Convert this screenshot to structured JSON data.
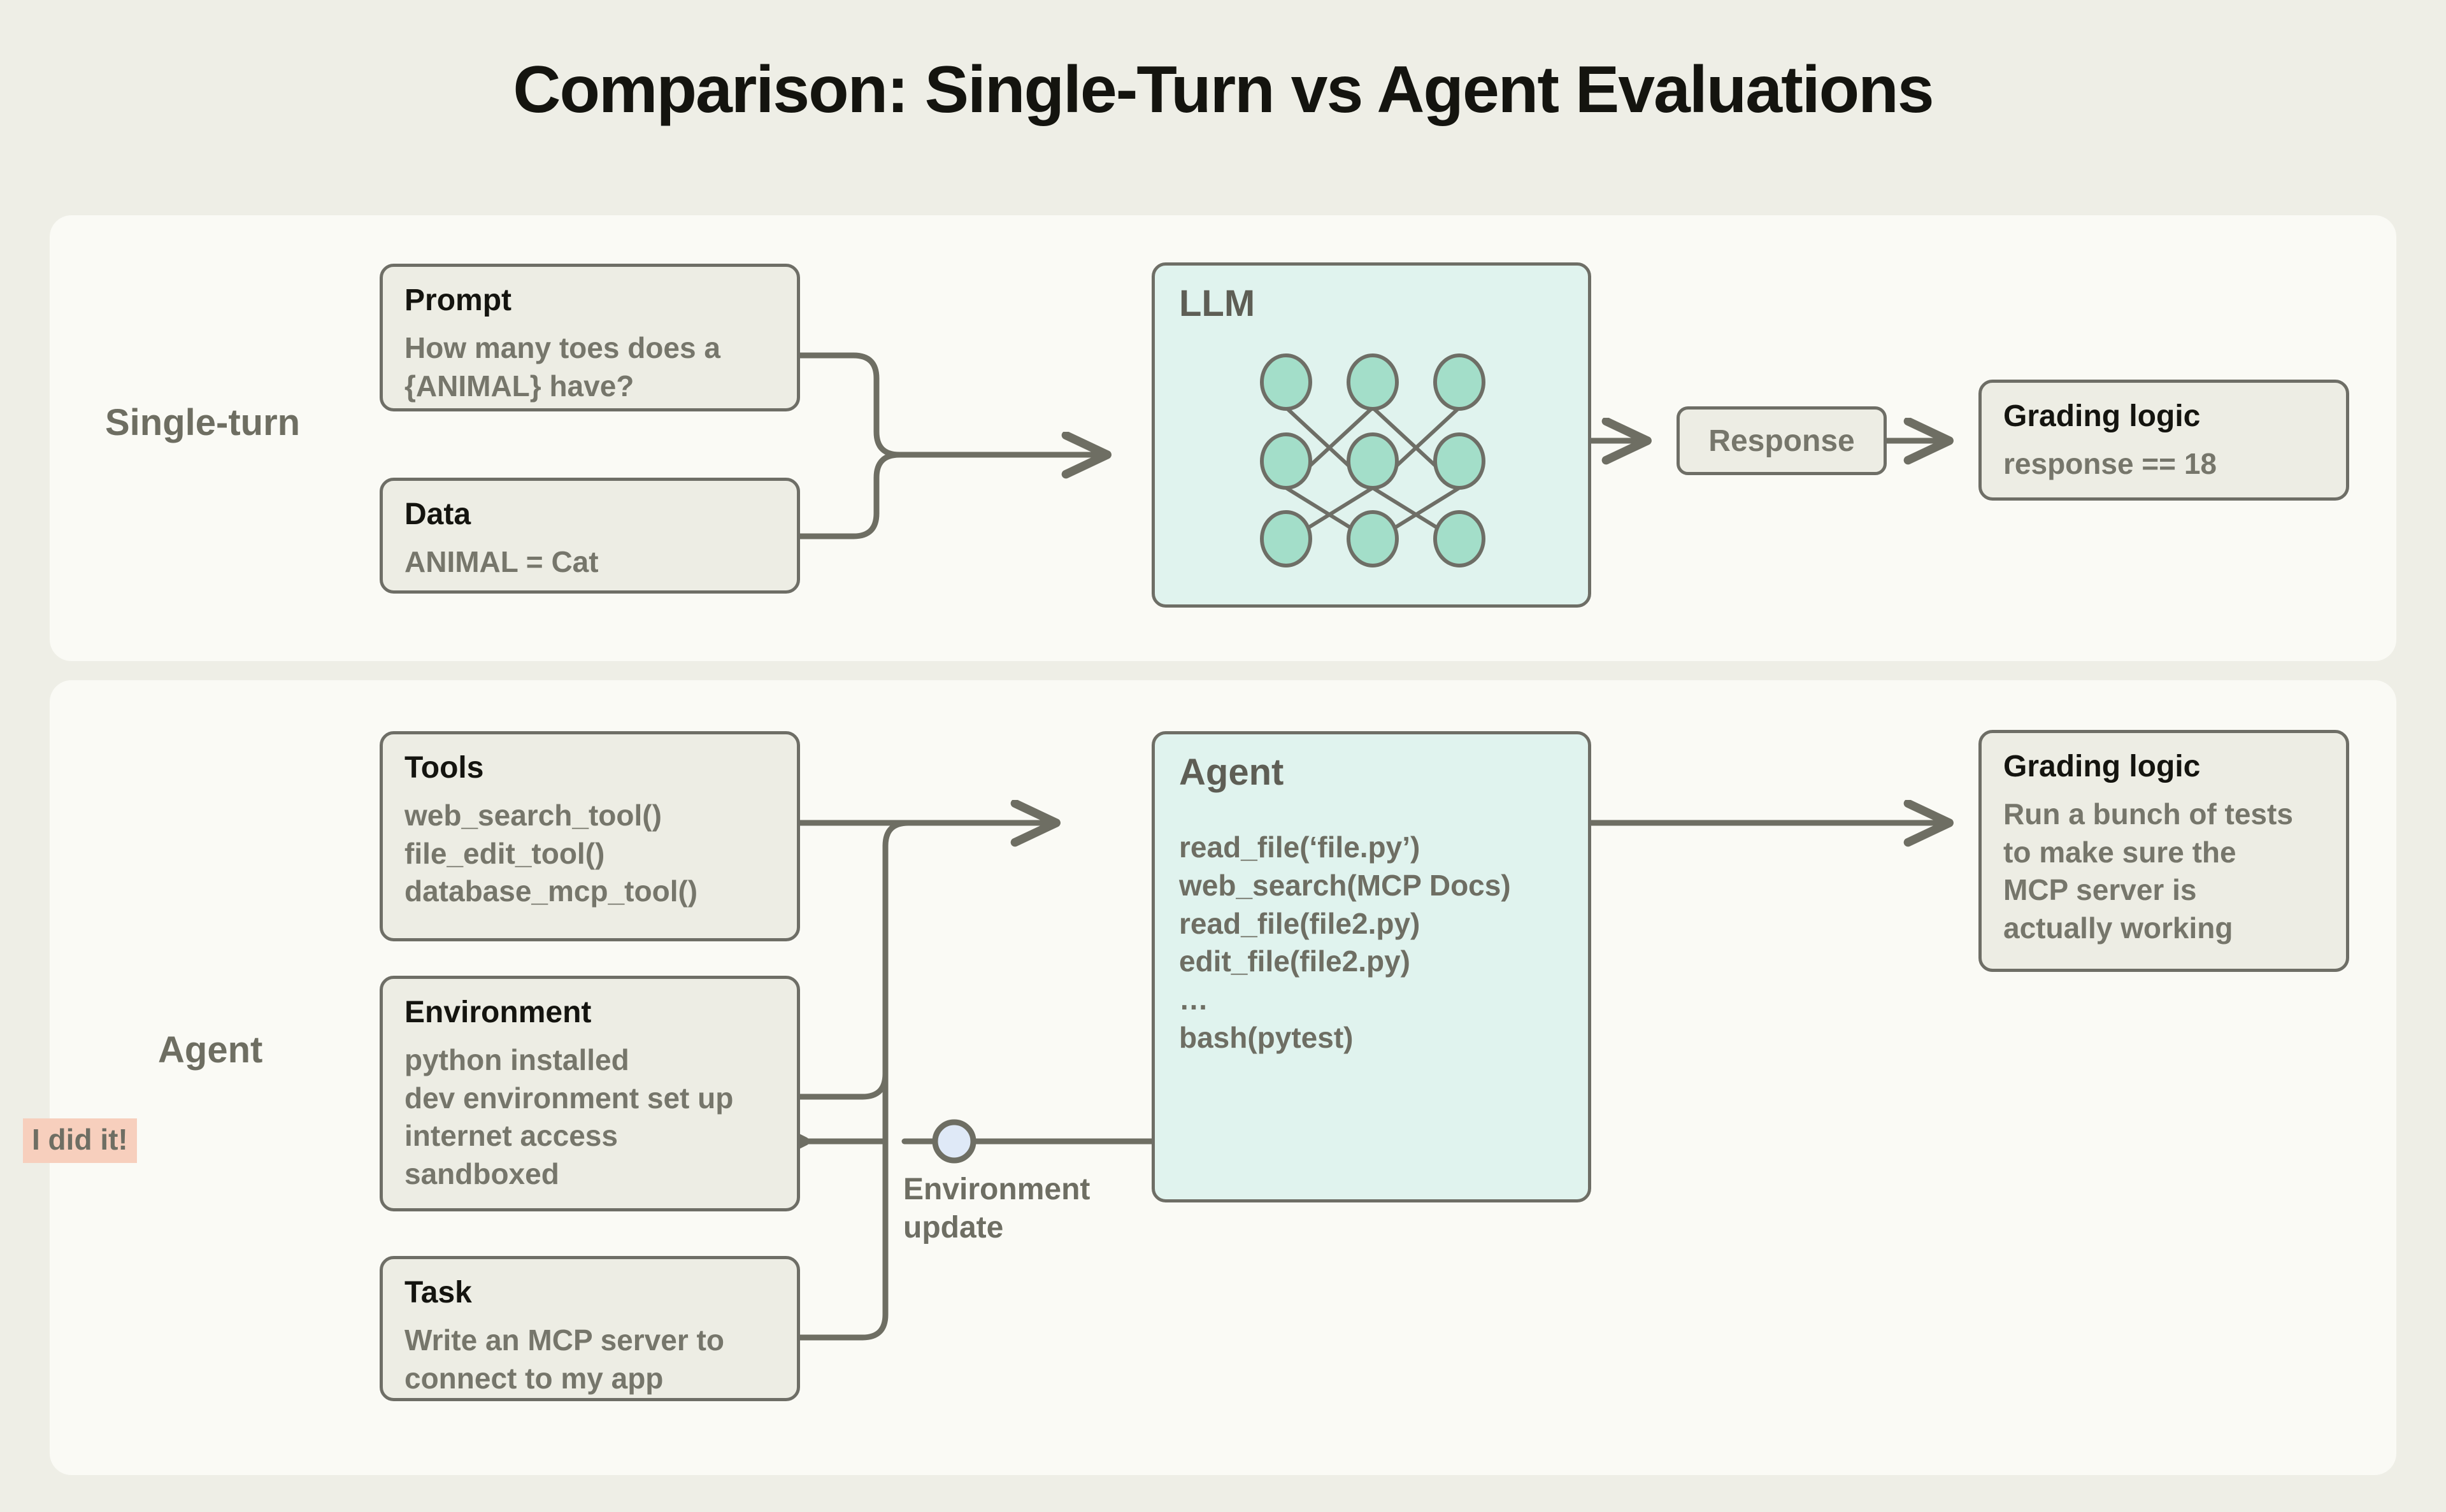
{
  "title": "Comparison: Single-Turn vs Agent Evaluations",
  "colors": {
    "page_bg": "#EEEEE6",
    "panel_bg": "#FAFAF5",
    "card_bg": "#EDEDE4",
    "card_border": "#6E6E66",
    "teal_bg": "#E0F3EE",
    "node_fill": "#A3DEC9",
    "badge_bg": "#F7CFBD",
    "wire": "#6E6E63",
    "loop_node_fill": "#DFE9F7",
    "title_text": "#14140F",
    "body_text": "#76766B"
  },
  "rows": {
    "single_turn": {
      "label": "Single-turn",
      "prompt": {
        "title": "Prompt",
        "body": "How many toes does a\n{ANIMAL} have?"
      },
      "data": {
        "title": "Data",
        "body": "ANIMAL = Cat"
      },
      "llm": {
        "title": "LLM",
        "diagram": "neural-network-3x3"
      },
      "response": {
        "label": "Response"
      },
      "grading": {
        "title": "Grading logic",
        "body": "response == 18"
      }
    },
    "agent": {
      "label": "Agent",
      "tools": {
        "title": "Tools",
        "body": "web_search_tool()\nfile_edit_tool()\ndatabase_mcp_tool()"
      },
      "environment": {
        "title": "Environment",
        "body": "python installed\ndev environment set up\ninternet access\nsandboxed"
      },
      "task": {
        "title": "Task",
        "body": "Write an MCP server to\nconnect to my app"
      },
      "agent_box": {
        "title": "Agent",
        "calls": "read_file(‘file.py’)\nweb_search(MCP Docs)\nread_file(file2.py)\nedit_file(file2.py)\n…\nbash(pytest)",
        "badge": "I did it!"
      },
      "feedback": {
        "label": "Environment\nupdate"
      },
      "grading": {
        "title": "Grading logic",
        "body": "Run a bunch of tests\nto make sure the\nMCP server is\nactually working"
      }
    }
  }
}
